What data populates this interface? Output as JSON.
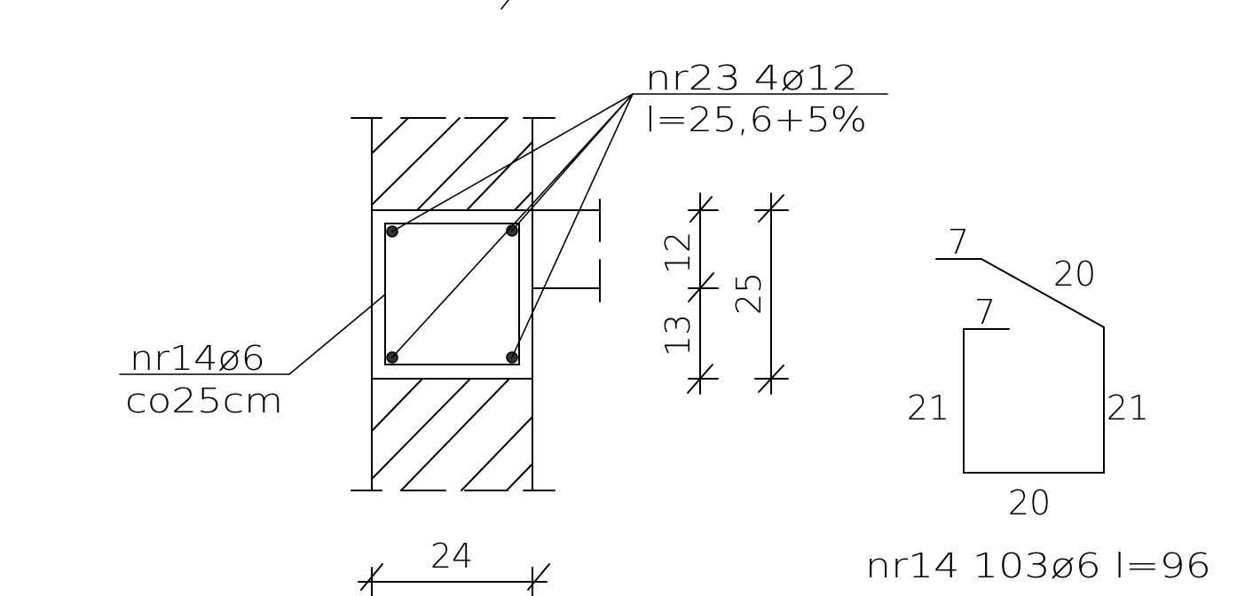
{
  "section": {
    "longitudinal_label_1": "nr23  4ø12",
    "longitudinal_label_2": "l=25,6+5%",
    "stirrup_label_1": "nr14ø6",
    "stirrup_label_2": "co25cm",
    "width_dim": "24"
  },
  "height_dims": {
    "upper": "12",
    "lower": "13",
    "total": "25"
  },
  "stirrup_shape": {
    "hook_top": "7",
    "hook_inner": "7",
    "slope": "20",
    "left": "21",
    "right": "21",
    "bottom": "20",
    "caption": "nr14  103ø6  l=96"
  }
}
